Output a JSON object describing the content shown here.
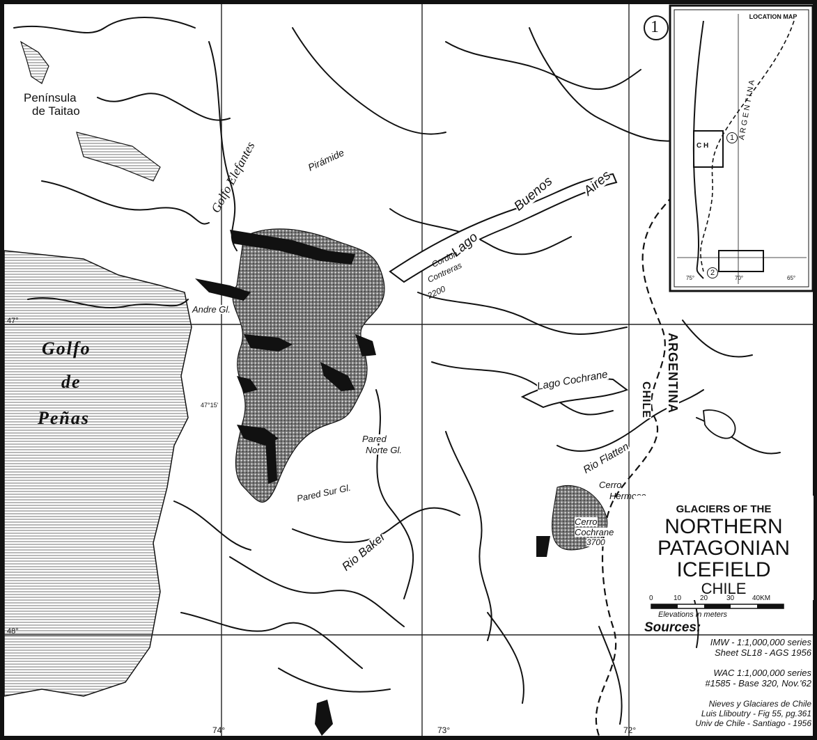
{
  "map_number": "1",
  "location_map": {
    "title": "LOCATION MAP",
    "country_left": "C H",
    "country_right": "A R G E N T I N A",
    "marker1": "1",
    "marker2": "2",
    "lon_labels": [
      "75°",
      "70°",
      "65°"
    ]
  },
  "title": {
    "line1": "GLACIERS OF THE",
    "line2": "NORTHERN",
    "line3": "PATAGONIAN",
    "line4": "ICEFIELD",
    "line5": "CHILE"
  },
  "scale": {
    "ticks": [
      "0",
      "10",
      "20",
      "30",
      "40KM"
    ],
    "note": "Elevations in meters"
  },
  "sources": {
    "heading": "Sources:",
    "s1a": "IMW - 1:1,000,000 series",
    "s1b": "Sheet SL18 - AGS 1956",
    "s2a": "WAC 1:1,000,000 series",
    "s2b": "#1585 - Base 320, Nov.'62",
    "s3a": "Nieves y Glaciares de Chile",
    "s3b": "Luis Lliboutry - Fig 55, pg.361",
    "s3c": "Univ de Chile - Santiago - 1956"
  },
  "places": {
    "peninsula1": "Península",
    "peninsula2": "de Taitao",
    "golfo_elefantes": "Golfo Elefantes",
    "piramide": "Pirámide",
    "golfo1": "Golfo",
    "golfo2": "de",
    "golfo3": "Peñas",
    "andre": "Andre Gl.",
    "lago_buenos_aires_1": "Lago",
    "lago_buenos_aires_2": "Buenos",
    "lago_buenos_aires_3": "Aires",
    "cordon1": "Cordon",
    "cordon2": "Contreras",
    "cordon3": "2200",
    "lago_cochrane": "Lago Cochrane",
    "chile_border": "CHILE",
    "argentina_border": "ARGENTINA",
    "pared_norte1": "Pared",
    "pared_norte2": "Norte Gl.",
    "pared_sur": "Pared Sur Gl.",
    "rio_baker": "Rio Baker",
    "rio_flatten": "Rio Flatten",
    "cerro_hermoso1": "Cerro",
    "cerro_hermoso2": "Hermoso",
    "cerro_cochrane1": "Cerro",
    "cerro_cochrane2": "Cochrane",
    "cerro_cochrane3": "3700"
  },
  "grid_labels": {
    "lat47": "47°",
    "lat47_15": "47°15'",
    "lat48": "48°",
    "lon74": "74°",
    "lon73": "73°",
    "lon72": "72°"
  },
  "colors": {
    "ink": "#111111",
    "sea_hatch": "#9a9a9a",
    "paper": "#ffffff"
  }
}
